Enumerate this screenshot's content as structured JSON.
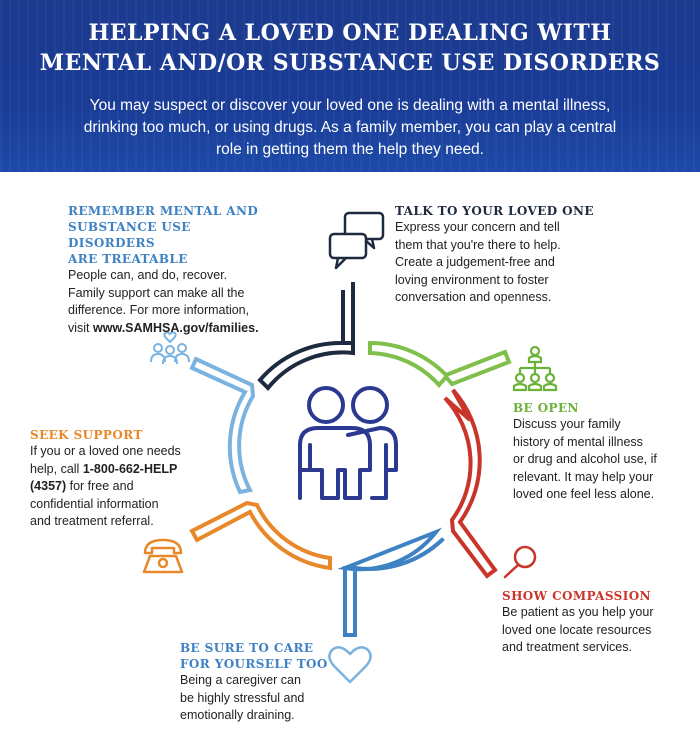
{
  "header": {
    "title_line1": "HELPING A LOVED ONE DEALING WITH",
    "title_line2": "MENTAL AND/OR SUBSTANCE USE DISORDERS",
    "intro_line1": "You may suspect or discover your loved one is dealing with a mental illness,",
    "intro_line2": "drinking too much, or using drugs. As a family member, you can play a central",
    "intro_line3": "role in getting them the help they need."
  },
  "sections": {
    "treatable": {
      "heading_line1": "REMEMBER MENTAL AND",
      "heading_line2": "SUBSTANCE USE DISORDERS",
      "heading_line3": "ARE TREATABLE",
      "line1": "People can, and do, recover.",
      "line2": "Family support can make all the",
      "line3": "difference. For more information,",
      "line4_prefix": "visit ",
      "link": "www.SAMHSA.gov/families.",
      "icon": "family-group-icon",
      "color": "#3f82c4"
    },
    "talk": {
      "heading": "TALK TO YOUR LOVED ONE",
      "line1": "Express your concern and tell",
      "line2": "them that you're there to help.",
      "line3": "Create a judgement-free and",
      "line4": "loving environment to foster",
      "line5": "conversation and openness.",
      "icon": "chat-bubbles-icon",
      "color": "#1e2a40"
    },
    "open": {
      "heading": "BE OPEN",
      "line1": "Discuss your family",
      "line2": "history of mental illness",
      "line3": "or drug and alcohol use, if",
      "line4": "relevant. It may help your",
      "line5": "loved one feel less alone.",
      "icon": "family-tree-icon",
      "color": "#6bb23a"
    },
    "support": {
      "heading": "SEEK SUPPORT",
      "line1": "If you or a loved one needs",
      "line2_prefix": "help, call ",
      "phone1": "1-800-662-HELP",
      "phone2": "(4357)",
      "line3_suffix": " for free and",
      "line4": "confidential information",
      "line5": "and treatment referral.",
      "icon": "telephone-icon",
      "color": "#e8882a"
    },
    "compassion": {
      "heading": "SHOW COMPASSION",
      "line1": "Be patient as you help your",
      "line2": "loved one locate resources",
      "line3": "and treatment services.",
      "icon": "magnifying-glass-icon",
      "color": "#c9352a"
    },
    "care": {
      "heading_line1": "BE SURE TO CARE",
      "heading_line2": "FOR YOURSELF TOO",
      "line1": "Being a caregiver can",
      "line2": "be highly stressful and",
      "line3": "emotionally draining.",
      "icon": "heart-icon",
      "color": "#3f82c4"
    }
  },
  "center": {
    "icon": "two-people-embracing-icon",
    "color": "#2b3990"
  },
  "colors": {
    "header_bg": "#1c3a8e",
    "navy": "#1e2a40",
    "green": "#6bb23a",
    "red": "#c9352a",
    "blue": "#3f82c4",
    "orange": "#e8882a",
    "light_blue": "#7bb3e0"
  }
}
